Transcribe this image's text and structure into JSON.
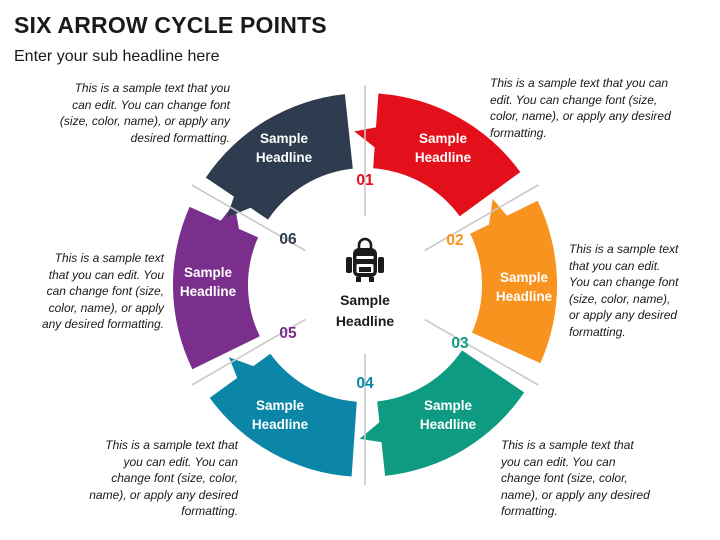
{
  "title": "SIX ARROW CYCLE POINTS",
  "subtitle": "Enter your sub headline here",
  "center": {
    "icon": "backpack-icon",
    "headline_line1": "Sample",
    "headline_line2": "Headline"
  },
  "segments": [
    {
      "number": "01",
      "color": "#e3101c",
      "headline_line1": "Sample",
      "headline_line2": "Headline",
      "text": "This is a sample text that you can edit. You can change font (size, color, name), or apply any desired formatting."
    },
    {
      "number": "02",
      "color": "#f7931e",
      "headline_line1": "Sample",
      "headline_line2": "Headline",
      "text": "This is a sample text that you can edit. You can change font (size, color, name), or apply any desired formatting."
    },
    {
      "number": "03",
      "color": "#0f9b82",
      "headline_line1": "Sample",
      "headline_line2": "Headline",
      "text": "This is a sample text that you can edit. You can change font (size, color, name), or apply any desired formatting."
    },
    {
      "number": "04",
      "color": "#0b86a6",
      "headline_line1": "Sample",
      "headline_line2": "Headline",
      "text": "This is a sample text that you can edit. You can change font (size, color, name), or apply any desired formatting."
    },
    {
      "number": "05",
      "color": "#7a2f8c",
      "headline_line1": "Sample",
      "headline_line2": "Headline",
      "text": "This is a sample text that you can edit. You can change font (size, color, name), or apply any desired formatting."
    },
    {
      "number": "06",
      "color": "#2f3b4e",
      "headline_line1": "Sample",
      "headline_line2": "Headline",
      "text": "This is a sample text that you can edit. You can change font (size, color, name), or apply any desired formatting."
    }
  ]
}
